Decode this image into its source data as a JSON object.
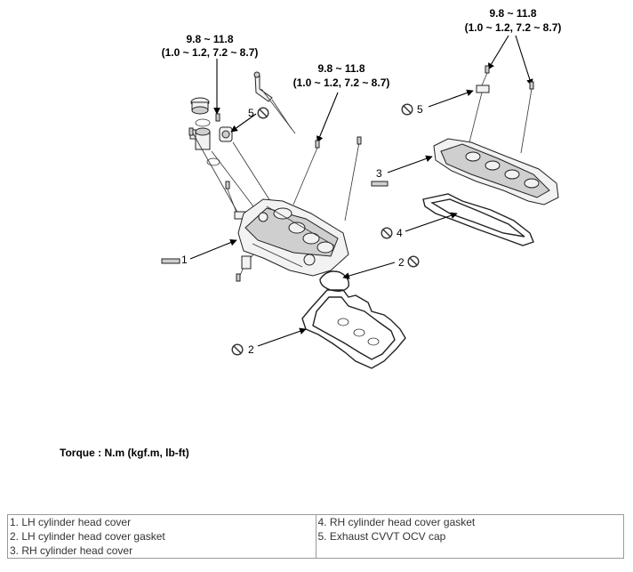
{
  "torque_callouts": [
    {
      "value": "9.8 ~ 11.8",
      "units": "(1.0 ~ 1.2, 7.2 ~ 8.7)"
    },
    {
      "value": "9.8 ~ 11.8",
      "units": "(1.0 ~ 1.2, 7.2 ~ 8.7)"
    },
    {
      "value": "9.8 ~ 11.8",
      "units": "(1.0 ~ 1.2, 7.2 ~ 8.7)"
    }
  ],
  "callout_numbers": {
    "lh_cover": "1",
    "lh_gasket_small": "2",
    "lh_gasket_large": "2",
    "rh_cover": "3",
    "rh_gasket": "4",
    "ocv_cap_left": "5",
    "ocv_cap_right": "5"
  },
  "icons": {
    "non_reusable": "no-reuse-icon"
  },
  "torque_note": "Torque : N.m (kgf.m, lb-ft)",
  "legend": {
    "left": [
      "1. LH cylinder head cover",
      "2. LH cylinder head cover gasket",
      "3. RH cylinder head cover"
    ],
    "right": [
      "4. RH cylinder head cover gasket",
      "5. Exhaust CVVT OCV cap"
    ]
  }
}
